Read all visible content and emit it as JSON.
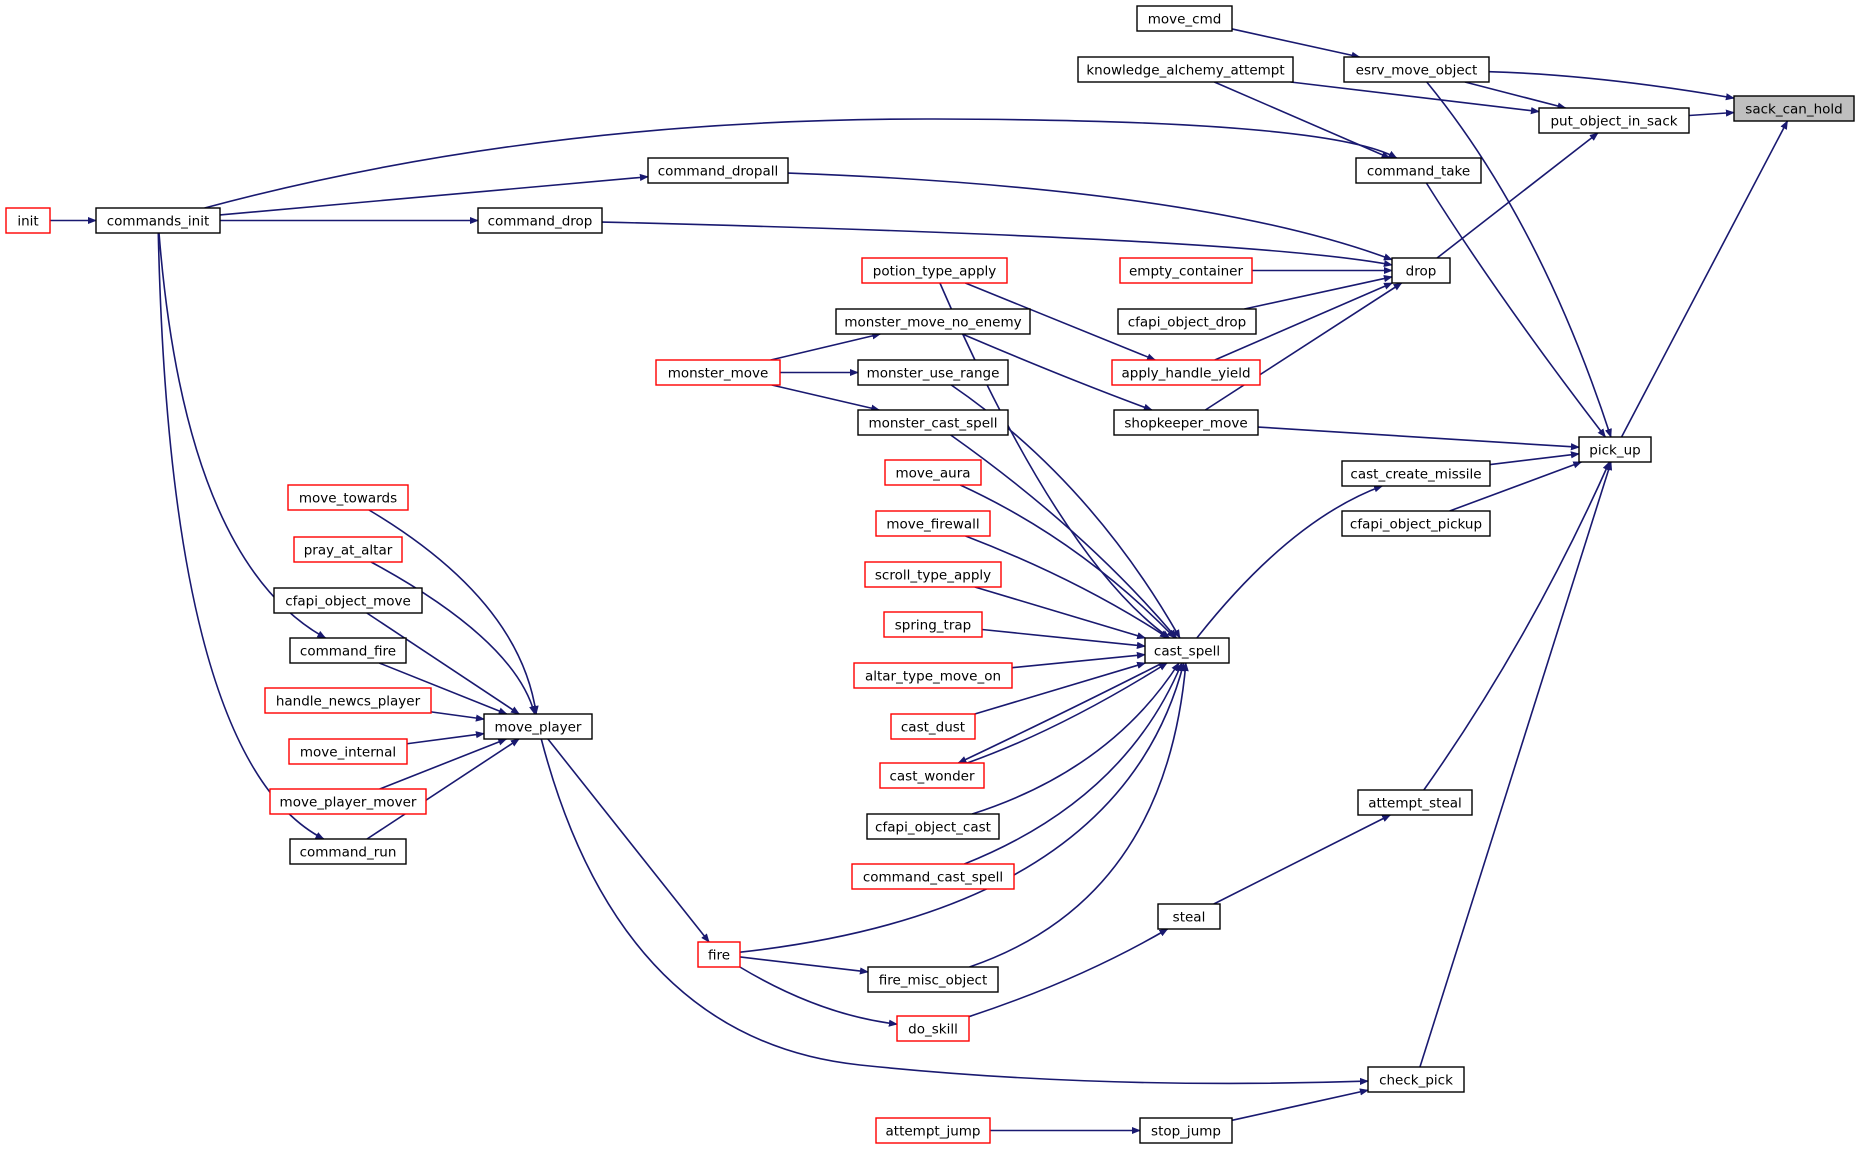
{
  "colors": {
    "edge": "#191970",
    "border_default": "#000000",
    "border_red": "#ff0000",
    "root_fill": "#bfbfbf"
  },
  "nodes": [
    {
      "id": "sack_can_hold",
      "label": "sack_can_hold",
      "style": "root"
    },
    {
      "id": "move_cmd",
      "label": "move_cmd",
      "style": "black"
    },
    {
      "id": "esrv_move_object",
      "label": "esrv_move_object",
      "style": "black"
    },
    {
      "id": "knowledge_alchemy_attempt",
      "label": "knowledge_alchemy_attempt",
      "style": "black"
    },
    {
      "id": "put_object_in_sack",
      "label": "put_object_in_sack",
      "style": "black"
    },
    {
      "id": "command_take",
      "label": "command_take",
      "style": "black"
    },
    {
      "id": "command_dropall",
      "label": "command_dropall",
      "style": "black"
    },
    {
      "id": "init",
      "label": "init",
      "style": "red"
    },
    {
      "id": "commands_init",
      "label": "commands_init",
      "style": "black"
    },
    {
      "id": "command_drop",
      "label": "command_drop",
      "style": "black"
    },
    {
      "id": "potion_type_apply",
      "label": "potion_type_apply",
      "style": "red"
    },
    {
      "id": "empty_container",
      "label": "empty_container",
      "style": "red"
    },
    {
      "id": "drop",
      "label": "drop",
      "style": "black"
    },
    {
      "id": "monster_move_no_enemy",
      "label": "monster_move_no_enemy",
      "style": "black"
    },
    {
      "id": "cfapi_object_drop",
      "label": "cfapi_object_drop",
      "style": "black"
    },
    {
      "id": "monster_move",
      "label": "monster_move",
      "style": "red"
    },
    {
      "id": "monster_use_range",
      "label": "monster_use_range",
      "style": "black"
    },
    {
      "id": "apply_handle_yield",
      "label": "apply_handle_yield",
      "style": "red"
    },
    {
      "id": "monster_cast_spell",
      "label": "monster_cast_spell",
      "style": "black"
    },
    {
      "id": "shopkeeper_move",
      "label": "shopkeeper_move",
      "style": "black"
    },
    {
      "id": "pick_up",
      "label": "pick_up",
      "style": "black"
    },
    {
      "id": "move_aura",
      "label": "move_aura",
      "style": "red"
    },
    {
      "id": "cast_create_missile",
      "label": "cast_create_missile",
      "style": "black"
    },
    {
      "id": "move_towards",
      "label": "move_towards",
      "style": "red"
    },
    {
      "id": "move_firewall",
      "label": "move_firewall",
      "style": "red"
    },
    {
      "id": "cfapi_object_pickup",
      "label": "cfapi_object_pickup",
      "style": "black"
    },
    {
      "id": "pray_at_altar",
      "label": "pray_at_altar",
      "style": "red"
    },
    {
      "id": "scroll_type_apply",
      "label": "scroll_type_apply",
      "style": "red"
    },
    {
      "id": "cfapi_object_move",
      "label": "cfapi_object_move",
      "style": "black"
    },
    {
      "id": "spring_trap",
      "label": "spring_trap",
      "style": "red"
    },
    {
      "id": "command_fire",
      "label": "command_fire",
      "style": "black"
    },
    {
      "id": "cast_spell",
      "label": "cast_spell",
      "style": "black"
    },
    {
      "id": "altar_type_move_on",
      "label": "altar_type_move_on",
      "style": "red"
    },
    {
      "id": "handle_newcs_player",
      "label": "handle_newcs_player",
      "style": "red"
    },
    {
      "id": "move_player",
      "label": "move_player",
      "style": "black"
    },
    {
      "id": "cast_dust",
      "label": "cast_dust",
      "style": "red"
    },
    {
      "id": "move_internal",
      "label": "move_internal",
      "style": "red"
    },
    {
      "id": "cast_wonder",
      "label": "cast_wonder",
      "style": "red"
    },
    {
      "id": "move_player_mover",
      "label": "move_player_mover",
      "style": "red"
    },
    {
      "id": "attempt_steal",
      "label": "attempt_steal",
      "style": "black"
    },
    {
      "id": "cfapi_object_cast",
      "label": "cfapi_object_cast",
      "style": "black"
    },
    {
      "id": "command_run",
      "label": "command_run",
      "style": "black"
    },
    {
      "id": "command_cast_spell",
      "label": "command_cast_spell",
      "style": "red"
    },
    {
      "id": "steal",
      "label": "steal",
      "style": "black"
    },
    {
      "id": "fire",
      "label": "fire",
      "style": "red"
    },
    {
      "id": "fire_misc_object",
      "label": "fire_misc_object",
      "style": "black"
    },
    {
      "id": "do_skill",
      "label": "do_skill",
      "style": "red"
    },
    {
      "id": "check_pick",
      "label": "check_pick",
      "style": "black"
    },
    {
      "id": "attempt_jump",
      "label": "attempt_jump",
      "style": "red"
    },
    {
      "id": "stop_jump",
      "label": "stop_jump",
      "style": "black"
    }
  ],
  "edges": [
    {
      "from": "move_cmd",
      "to": "esrv_move_object"
    },
    {
      "from": "esrv_move_object",
      "to": "sack_can_hold"
    },
    {
      "from": "esrv_move_object",
      "to": "put_object_in_sack"
    },
    {
      "from": "esrv_move_object",
      "to": "pick_up"
    },
    {
      "from": "knowledge_alchemy_attempt",
      "to": "put_object_in_sack"
    },
    {
      "from": "knowledge_alchemy_attempt",
      "to": "command_take"
    },
    {
      "from": "put_object_in_sack",
      "to": "sack_can_hold"
    },
    {
      "from": "command_take",
      "to": "pick_up"
    },
    {
      "from": "commands_init",
      "to": "command_take"
    },
    {
      "from": "commands_init",
      "to": "command_dropall"
    },
    {
      "from": "commands_init",
      "to": "command_drop"
    },
    {
      "from": "commands_init",
      "to": "command_fire"
    },
    {
      "from": "commands_init",
      "to": "command_run"
    },
    {
      "from": "init",
      "to": "commands_init"
    },
    {
      "from": "command_dropall",
      "to": "drop"
    },
    {
      "from": "command_drop",
      "to": "drop"
    },
    {
      "from": "drop",
      "to": "put_object_in_sack"
    },
    {
      "from": "empty_container",
      "to": "drop"
    },
    {
      "from": "cfapi_object_drop",
      "to": "drop"
    },
    {
      "from": "apply_handle_yield",
      "to": "drop"
    },
    {
      "from": "shopkeeper_move",
      "to": "drop"
    },
    {
      "from": "potion_type_apply",
      "to": "apply_handle_yield"
    },
    {
      "from": "potion_type_apply",
      "to": "cast_spell"
    },
    {
      "from": "monster_move",
      "to": "monster_move_no_enemy"
    },
    {
      "from": "monster_move",
      "to": "monster_use_range"
    },
    {
      "from": "monster_move",
      "to": "monster_cast_spell"
    },
    {
      "from": "monster_move_no_enemy",
      "to": "shopkeeper_move"
    },
    {
      "from": "monster_use_range",
      "to": "cast_spell"
    },
    {
      "from": "monster_cast_spell",
      "to": "cast_spell"
    },
    {
      "from": "shopkeeper_move",
      "to": "pick_up"
    },
    {
      "from": "pick_up",
      "to": "sack_can_hold"
    },
    {
      "from": "cast_create_missile",
      "to": "pick_up"
    },
    {
      "from": "cfapi_object_pickup",
      "to": "pick_up"
    },
    {
      "from": "cast_spell",
      "to": "cast_create_missile"
    },
    {
      "from": "cast_spell",
      "to": "cast_wonder"
    },
    {
      "from": "move_aura",
      "to": "cast_spell"
    },
    {
      "from": "move_firewall",
      "to": "cast_spell"
    },
    {
      "from": "scroll_type_apply",
      "to": "cast_spell"
    },
    {
      "from": "spring_trap",
      "to": "cast_spell"
    },
    {
      "from": "altar_type_move_on",
      "to": "cast_spell"
    },
    {
      "from": "cast_dust",
      "to": "cast_spell"
    },
    {
      "from": "cast_wonder",
      "to": "cast_spell"
    },
    {
      "from": "cfapi_object_cast",
      "to": "cast_spell"
    },
    {
      "from": "command_cast_spell",
      "to": "cast_spell"
    },
    {
      "from": "fire",
      "to": "cast_spell"
    },
    {
      "from": "fire",
      "to": "fire_misc_object"
    },
    {
      "from": "fire",
      "to": "do_skill"
    },
    {
      "from": "fire_misc_object",
      "to": "cast_spell"
    },
    {
      "from": "move_towards",
      "to": "move_player"
    },
    {
      "from": "pray_at_altar",
      "to": "move_player"
    },
    {
      "from": "cfapi_object_move",
      "to": "move_player"
    },
    {
      "from": "command_fire",
      "to": "move_player"
    },
    {
      "from": "handle_newcs_player",
      "to": "move_player"
    },
    {
      "from": "move_internal",
      "to": "move_player"
    },
    {
      "from": "move_player_mover",
      "to": "move_player"
    },
    {
      "from": "command_run",
      "to": "move_player"
    },
    {
      "from": "move_player",
      "to": "fire"
    },
    {
      "from": "move_player",
      "to": "check_pick"
    },
    {
      "from": "attempt_steal",
      "to": "pick_up"
    },
    {
      "from": "steal",
      "to": "attempt_steal"
    },
    {
      "from": "do_skill",
      "to": "steal"
    },
    {
      "from": "check_pick",
      "to": "pick_up"
    },
    {
      "from": "stop_jump",
      "to": "check_pick"
    },
    {
      "from": "attempt_jump",
      "to": "stop_jump"
    }
  ]
}
